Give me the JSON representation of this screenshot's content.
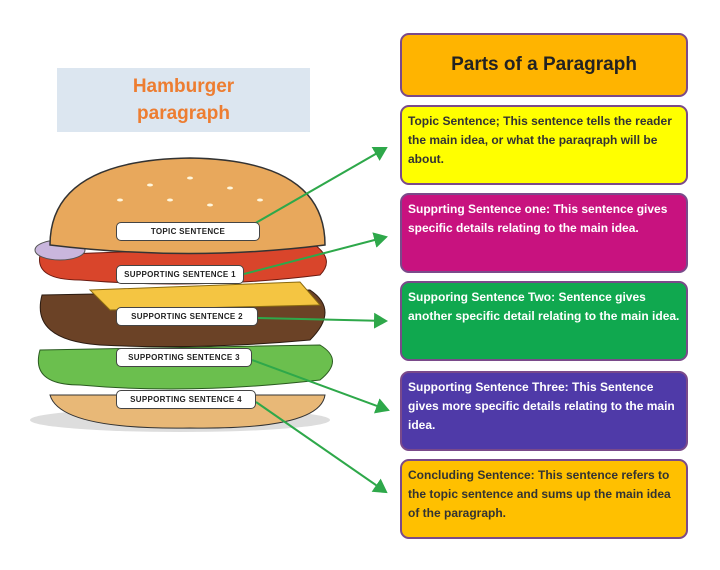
{
  "hamburger_title": {
    "line1": "Hamburger",
    "line2": "paragraph"
  },
  "parts_title": "Parts of a Paragraph",
  "burger_labels": [
    "TOPIC SENTENCE",
    "SUPPORTING SENTENCE 1",
    "SUPPORTING SENTENCE 2",
    "SUPPORTING SENTENCE 3",
    "SUPPORTING SENTENCE 4"
  ],
  "boxes": [
    {
      "text": "Topic Sentence; This sentence tells the reader the main idea, or what the paraqraph will be about.",
      "color": "#ffff00"
    },
    {
      "text": "Supprting Sentence one: This sentence gives specific details relating to the main idea.",
      "color": "#c8127f"
    },
    {
      "text": "Supporing Sentence Two: Sentence gives another specific detail relating to the main idea.",
      "color": "#10a84f"
    },
    {
      "text": "Supporting Sentence Three: This Sentence gives more specific details relating to the main idea.",
      "color": "#4f3aa8"
    },
    {
      "text": "Concluding Sentence: This sentence refers to the topic sentence and sums up the main idea of the paragraph.",
      "color": "#ffc000"
    }
  ]
}
